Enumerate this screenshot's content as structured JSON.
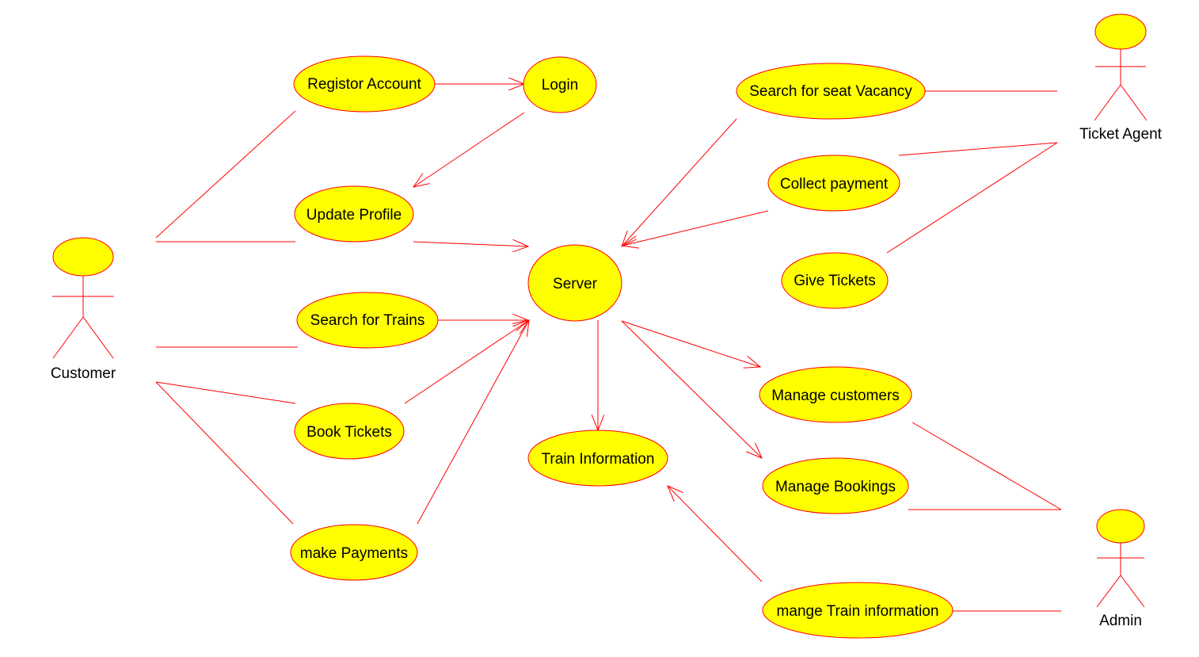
{
  "actors": [
    {
      "id": "customer",
      "label": "Customer"
    },
    {
      "id": "ticket_agent",
      "label": "Ticket Agent"
    },
    {
      "id": "admin",
      "label": "Admin"
    }
  ],
  "use_cases": [
    {
      "id": "registor_account",
      "label": "Registor Account"
    },
    {
      "id": "login",
      "label": "Login"
    },
    {
      "id": "update_profile",
      "label": "Update Profile"
    },
    {
      "id": "search_trains",
      "label": "Search for Trains"
    },
    {
      "id": "book_tickets",
      "label": "Book Tickets"
    },
    {
      "id": "make_payments",
      "label": "make Payments"
    },
    {
      "id": "server",
      "label": "Server"
    },
    {
      "id": "train_information",
      "label": "Train Information"
    },
    {
      "id": "search_seat_vacancy",
      "label": "Search for seat Vacancy"
    },
    {
      "id": "collect_payment",
      "label": "Collect payment"
    },
    {
      "id": "give_tickets",
      "label": "Give Tickets"
    },
    {
      "id": "manage_customers",
      "label": "Manage customers"
    },
    {
      "id": "manage_bookings",
      "label": "Manage Bookings"
    },
    {
      "id": "mange_train_information",
      "label": "mange Train information"
    }
  ],
  "relations": [
    {
      "from": "customer",
      "to": "registor_account",
      "type": "association"
    },
    {
      "from": "customer",
      "to": "update_profile",
      "type": "association"
    },
    {
      "from": "customer",
      "to": "search_trains",
      "type": "association"
    },
    {
      "from": "customer",
      "to": "book_tickets",
      "type": "association"
    },
    {
      "from": "customer",
      "to": "make_payments",
      "type": "association"
    },
    {
      "from": "registor_account",
      "to": "login",
      "type": "directed"
    },
    {
      "from": "login",
      "to": "update_profile",
      "type": "directed"
    },
    {
      "from": "update_profile",
      "to": "server",
      "type": "directed"
    },
    {
      "from": "search_trains",
      "to": "server",
      "type": "directed"
    },
    {
      "from": "book_tickets",
      "to": "server",
      "type": "directed"
    },
    {
      "from": "make_payments",
      "to": "server",
      "type": "directed"
    },
    {
      "from": "server",
      "to": "train_information",
      "type": "directed"
    },
    {
      "from": "search_seat_vacancy",
      "to": "server",
      "type": "directed"
    },
    {
      "from": "collect_payment",
      "to": "server",
      "type": "directed"
    },
    {
      "from": "server",
      "to": "manage_customers",
      "type": "directed"
    },
    {
      "from": "server",
      "to": "manage_bookings",
      "type": "directed"
    },
    {
      "from": "mange_train_information",
      "to": "train_information",
      "type": "directed"
    },
    {
      "from": "ticket_agent",
      "to": "search_seat_vacancy",
      "type": "association"
    },
    {
      "from": "ticket_agent",
      "to": "collect_payment",
      "type": "association"
    },
    {
      "from": "ticket_agent",
      "to": "give_tickets",
      "type": "association"
    },
    {
      "from": "admin",
      "to": "manage_customers",
      "type": "association"
    },
    {
      "from": "admin",
      "to": "manage_bookings",
      "type": "association"
    },
    {
      "from": "admin",
      "to": "mange_train_information",
      "type": "association"
    }
  ],
  "colors": {
    "use_case_fill": "#ffff00",
    "stroke": "#ff0000",
    "text": "#000000",
    "background": "#ffffff"
  }
}
